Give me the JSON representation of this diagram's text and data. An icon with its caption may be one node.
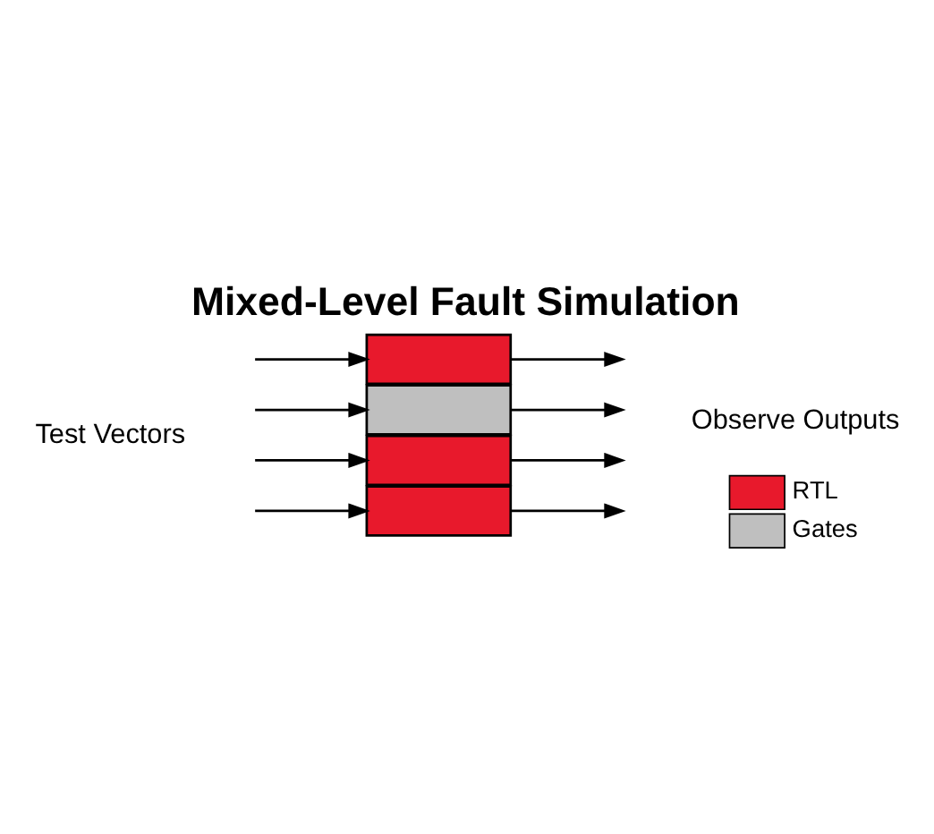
{
  "diagram": {
    "title": "Mixed-Level Fault Simulation",
    "nodes": [
      {
        "text": [],
        "shape": "box"
      },
      {
        "text": [],
        "shape": "box"
      },
      {
        "text": [],
        "shape": "box"
      },
      {
        "text": [],
        "shape": "box"
      }
    ],
    "edges": [
      {
        "from": null,
        "to": 0,
        "arrow": "to"
      },
      {
        "from": null,
        "to": 1,
        "arrow": "to"
      },
      {
        "from": null,
        "to": 2,
        "arrow": "to"
      },
      {
        "from": null,
        "to": 3,
        "arrow": "to"
      },
      {
        "from": 0,
        "to": null,
        "arrow": "to"
      },
      {
        "from": 1,
        "to": null,
        "arrow": "to"
      },
      {
        "from": 2,
        "to": null,
        "arrow": "to"
      },
      {
        "from": 3,
        "to": null,
        "arrow": "to"
      }
    ],
    "labels": [
      "Test Vectors",
      "Observe Outputs"
    ],
    "legend": [
      {
        "text": "RTL",
        "color": "#e8192c"
      },
      {
        "text": "Gates",
        "color": "#bfbfbf"
      }
    ]
  }
}
